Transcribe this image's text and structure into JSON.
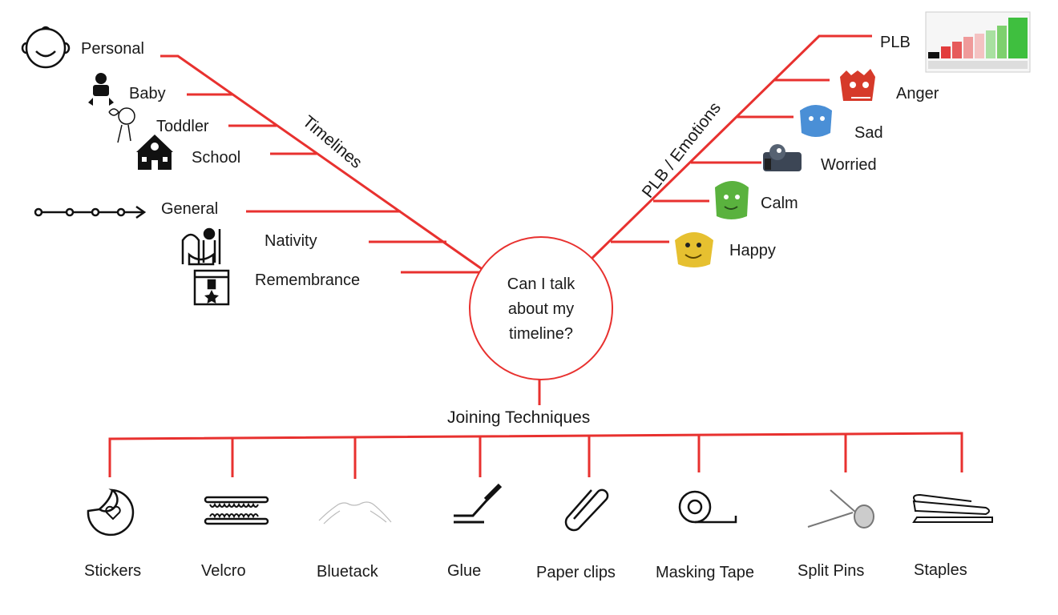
{
  "center": {
    "lines": [
      "Can I talk",
      "about my",
      "timeline?"
    ]
  },
  "timelines": {
    "title": "Timelines",
    "items": [
      "Personal",
      "Baby",
      "Toddler",
      "School",
      "General",
      "Nativity",
      "Remembrance"
    ]
  },
  "emotions": {
    "title": "PLB / Emotions",
    "items": [
      "PLB",
      "Anger",
      "Sad",
      "Worried",
      "Calm",
      "Happy"
    ]
  },
  "joining": {
    "title": "Joining Techniques",
    "items": [
      "Stickers",
      "Velcro",
      "Bluetack",
      "Glue",
      "Paper clips",
      "Masking Tape",
      "Split Pins",
      "Staples"
    ]
  },
  "colors": {
    "line": "#e8312f",
    "text": "#1a1a1a"
  },
  "icons": [
    "baby-face-icon",
    "baby-icon",
    "toddler-icon",
    "school-icon",
    "timeline-arrow-icon",
    "nativity-icon",
    "remembrance-icon",
    "plb-chart-thumbnail",
    "anger-monster-icon",
    "sad-monster-icon",
    "worried-monster-icon",
    "calm-monster-icon",
    "happy-monster-icon",
    "sticker-icon",
    "velcro-icon",
    "bluetack-icon",
    "glue-icon",
    "paper-clip-icon",
    "masking-tape-icon",
    "split-pin-icon",
    "stapler-icon"
  ]
}
